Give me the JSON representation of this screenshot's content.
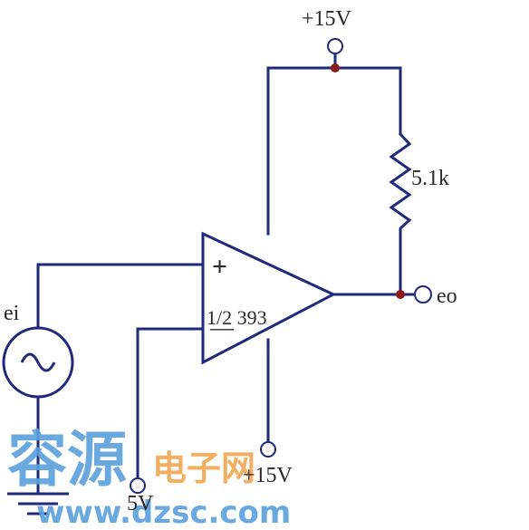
{
  "diagram": {
    "labels": {
      "vcc_top": "+15V",
      "resistor": "5.1k",
      "plus_sign": "+",
      "minus_sign": "—",
      "part": "1/2 393",
      "output": "eo",
      "input": "ei",
      "vee_bottom": "+15V",
      "vref": "5V"
    },
    "colors": {
      "wire": "#1f2a7a",
      "node": "#8b1a1a",
      "text": "#2a2a2a"
    }
  },
  "watermark": {
    "cn_blue": "容源",
    "cn_orange": "电子网",
    "url": "www.dzsc.com",
    "colors": {
      "blue": "#5aa0dc",
      "orange": "#f2a650",
      "url": "#5aa0dc"
    }
  }
}
